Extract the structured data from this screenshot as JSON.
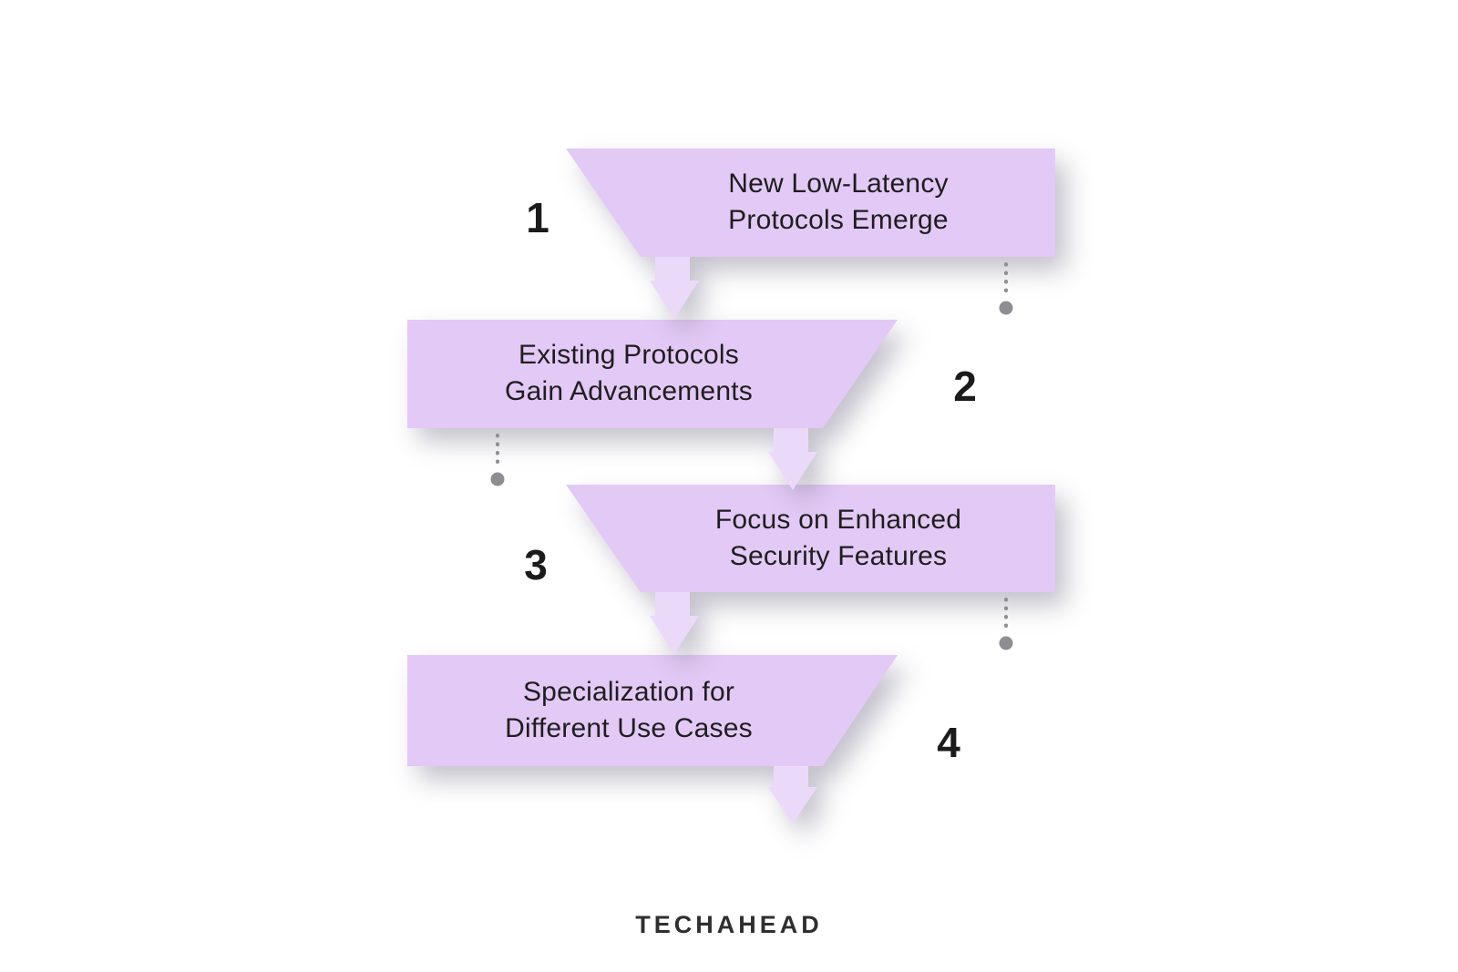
{
  "steps": [
    {
      "number": "1",
      "label": "New Low-Latency\nProtocols Emerge"
    },
    {
      "number": "2",
      "label": "Existing Protocols\nGain Advancements"
    },
    {
      "number": "3",
      "label": "Focus on Enhanced\nSecurity Features"
    },
    {
      "number": "4",
      "label": "Specialization for\nDifferent Use Cases"
    }
  ],
  "branding": {
    "logo_text": "TECHAHEAD"
  },
  "colors": {
    "banner": "#E3C9F6",
    "arrow": "#EBD9FA",
    "dot": "#8E8E92",
    "text": "#1E1E1E",
    "number": "#1B1B1B",
    "logo": "#2F2F31"
  }
}
